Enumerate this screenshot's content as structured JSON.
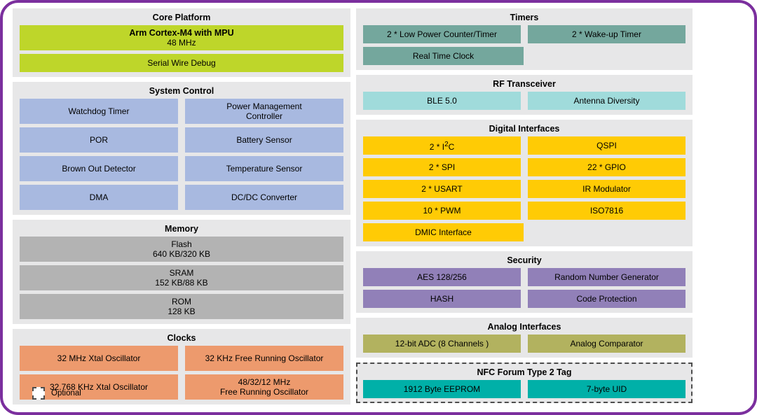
{
  "diagram": {
    "legend": {
      "label": "Optional",
      "swatch": "dashed-box-icon"
    },
    "colors": {
      "frame": "#7b2f9e",
      "panel_bg": "#e7e7e8",
      "core": "#bed62a",
      "system_control": "#a8b9e0",
      "memory": "#b3b3b3",
      "clocks": "#ed9a6d",
      "timers": "#74a79d",
      "rf": "#a0dbdb",
      "digital": "#ffcb05",
      "security": "#9180b8",
      "analog": "#b2b25f",
      "nfc": "#00b0a8"
    }
  },
  "left": {
    "core_platform": {
      "title": "Core Platform",
      "cpu_name": "Arm Cortex-M4 with MPU",
      "cpu_speed": "48 MHz",
      "debug": "Serial Wire Debug"
    },
    "system_control": {
      "title": "System Control",
      "rows": [
        {
          "left": "Watchdog Timer",
          "right_l1": "Power Management",
          "right_l2": "Controller"
        },
        {
          "left": "POR",
          "right_l1": "Battery Sensor",
          "right_l2": ""
        },
        {
          "left": "Brown Out Detector",
          "right_l1": "Temperature Sensor",
          "right_l2": ""
        },
        {
          "left": "DMA",
          "right_l1": "DC/DC Converter",
          "right_l2": ""
        }
      ]
    },
    "memory": {
      "title": "Memory",
      "items": [
        {
          "name": "Flash",
          "size": "640 KB/320 KB"
        },
        {
          "name": "SRAM",
          "size": "152 KB/88 KB"
        },
        {
          "name": "ROM",
          "size": "128 KB"
        }
      ]
    },
    "clocks": {
      "title": "Clocks",
      "rows": [
        {
          "left_l1": "32 MHz Xtal Oscillator",
          "left_l2": "",
          "right_l1": "32 KHz Free Running Oscillator",
          "right_l2": ""
        },
        {
          "left_l1": "32.768 KHz Xtal Oscillator",
          "left_l2": "",
          "right_l1": "48/32/12 MHz",
          "right_l2": "Free Running Oscillator"
        }
      ]
    }
  },
  "right": {
    "timers": {
      "title": "Timers",
      "rows": [
        {
          "left": "2 * Low Power Counter/Timer",
          "right": "2 * Wake-up Timer"
        },
        {
          "left": "Real Time Clock",
          "right": ""
        }
      ]
    },
    "rf_transceiver": {
      "title": "RF Transceiver",
      "rows": [
        {
          "left": "BLE 5.0",
          "right": "Antenna Diversity"
        }
      ]
    },
    "digital_interfaces": {
      "title": "Digital Interfaces",
      "rows": [
        {
          "left_pre": "2  * I",
          "left_sup": "2",
          "left_post": "C",
          "right": "QSPI"
        },
        {
          "left": "2 * SPI",
          "right": "22 * GPIO"
        },
        {
          "left": "2 * USART",
          "right": "IR Modulator"
        },
        {
          "left": "10 * PWM",
          "right": "ISO7816"
        },
        {
          "left": "DMIC Interface",
          "right": ""
        }
      ]
    },
    "security": {
      "title": "Security",
      "rows": [
        {
          "left": "AES 128/256",
          "right": "Random Number Generator"
        },
        {
          "left": "HASH",
          "right": "Code Protection"
        }
      ]
    },
    "analog_interfaces": {
      "title": "Analog Interfaces",
      "rows": [
        {
          "left": "12-bit ADC (8 Channels )",
          "right": "Analog Comparator"
        }
      ]
    },
    "nfc": {
      "title": "NFC Forum Type 2 Tag",
      "optional": true,
      "rows": [
        {
          "left": "1912 Byte EEPROM",
          "right": "7-byte UID"
        }
      ]
    }
  }
}
